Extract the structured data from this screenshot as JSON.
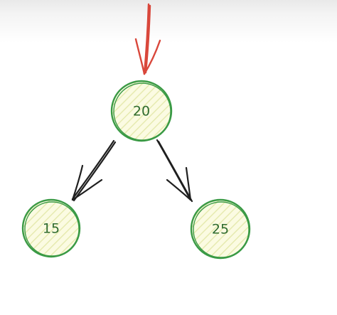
{
  "tree": {
    "nodes": {
      "root": {
        "label": "20"
      },
      "left": {
        "label": "15"
      },
      "right": {
        "label": "25"
      }
    }
  },
  "colors": {
    "node_stroke": "#3a9a45",
    "node_fill": "#fbfbe2",
    "hatch": "#e8ecb5",
    "edge": "#1f1f1f",
    "pointer": "#d9473b"
  }
}
